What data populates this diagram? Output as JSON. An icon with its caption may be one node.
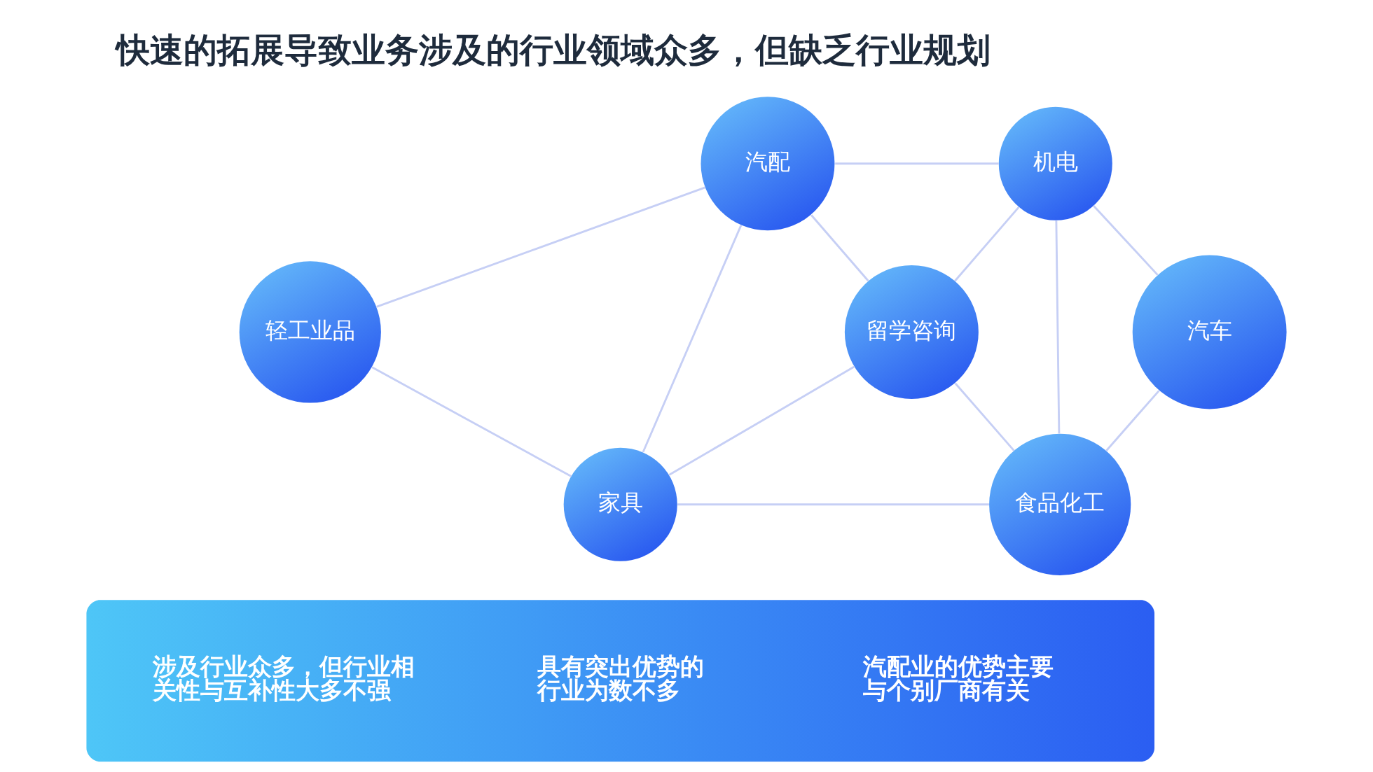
{
  "diagram": {
    "title": "快速的拓展导致业务涉及的行业领域众多，但缺乏行业规划",
    "nodes": [
      {
        "text": [
          "汽配"
        ]
      },
      {
        "text": [
          "机电"
        ]
      },
      {
        "text": [
          "轻工业品"
        ]
      },
      {
        "text": [
          "留学咨询"
        ]
      },
      {
        "text": [
          "汽车"
        ]
      },
      {
        "text": [
          "家具"
        ]
      },
      {
        "text": [
          "食品化工"
        ]
      },
      {
        "text": [
          "涉及行业众多，但行业相关性与互补性大多不强",
          "具有突出优势的行业为数不多",
          "汽配业的优势主要与个别厂商有关"
        ]
      }
    ],
    "edges": [
      {
        "from": 0,
        "to": 2,
        "arrow": "none"
      },
      {
        "from": 0,
        "to": 5,
        "arrow": "none"
      },
      {
        "from": 0,
        "to": 3,
        "arrow": "none"
      },
      {
        "from": 0,
        "to": 1,
        "arrow": "none"
      },
      {
        "from": 1,
        "to": 3,
        "arrow": "none"
      },
      {
        "from": 1,
        "to": 6,
        "arrow": "none"
      },
      {
        "from": 1,
        "to": 4,
        "arrow": "none"
      },
      {
        "from": 2,
        "to": 5,
        "arrow": "none"
      },
      {
        "from": 3,
        "to": 5,
        "arrow": "none"
      },
      {
        "from": 3,
        "to": 6,
        "arrow": "none"
      },
      {
        "from": 4,
        "to": 6,
        "arrow": "none"
      },
      {
        "from": 5,
        "to": 6,
        "arrow": "none"
      }
    ]
  }
}
